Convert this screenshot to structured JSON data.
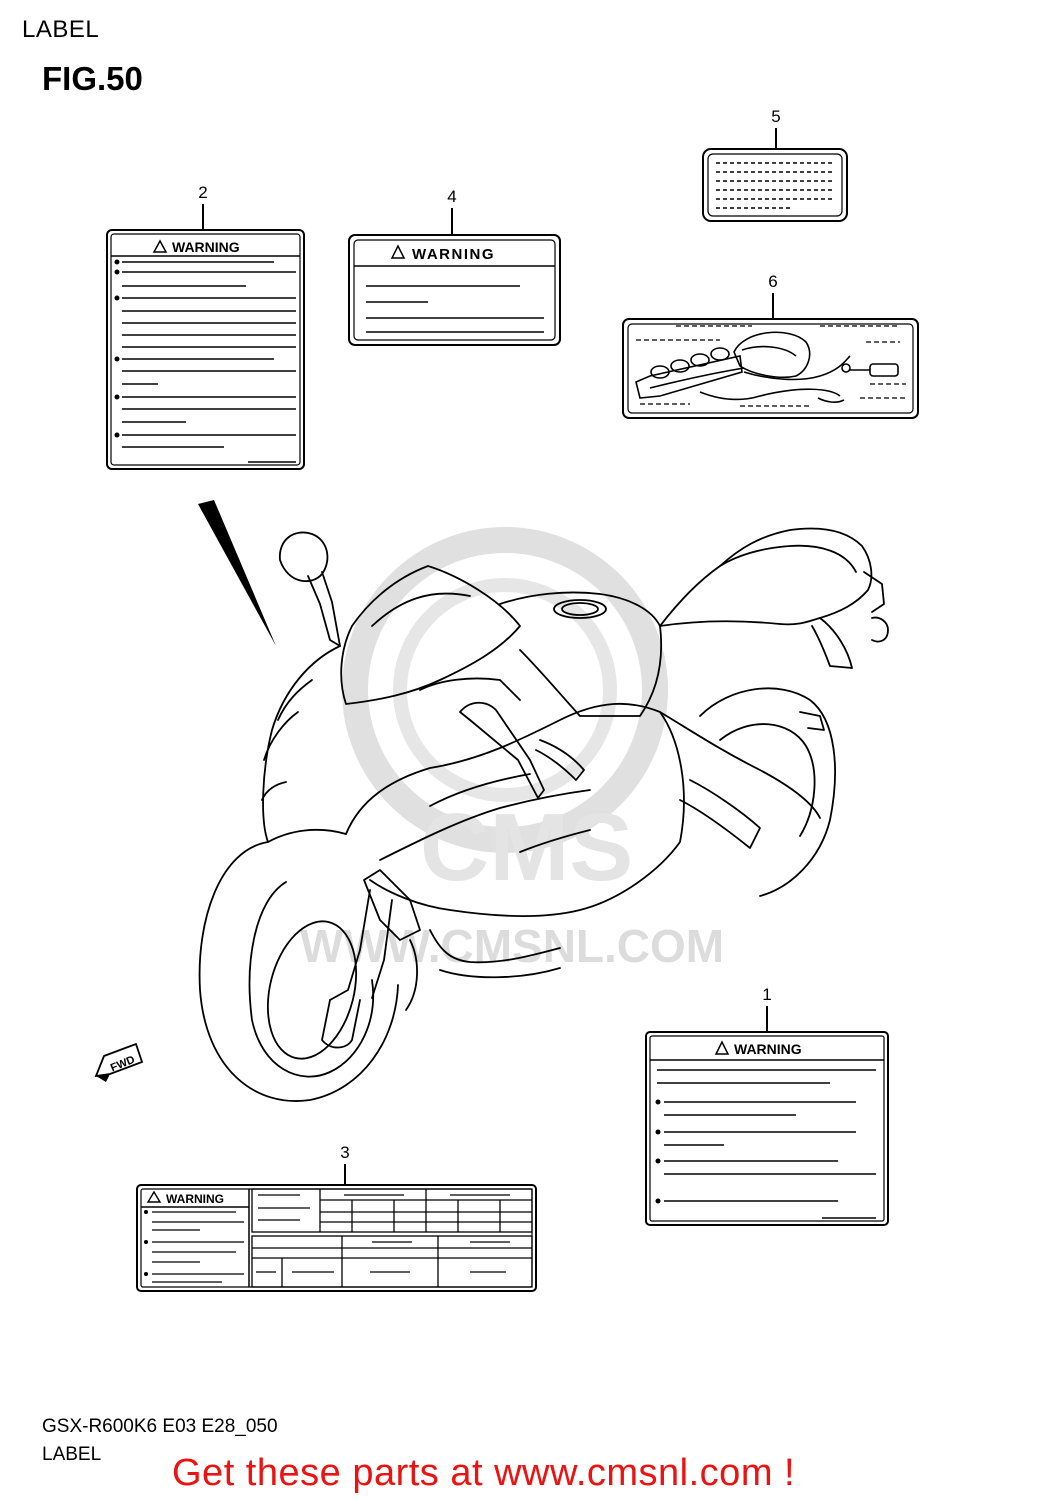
{
  "header": {
    "title": "LABEL"
  },
  "figure": {
    "number": "FIG.50"
  },
  "callouts": {
    "c1": "1",
    "c2": "2",
    "c3": "3",
    "c4": "4",
    "c5": "5",
    "c6": "6"
  },
  "labels": {
    "warning_text": "WARNING",
    "fwd_text": "FWD"
  },
  "watermark": {
    "text": "WWW.CMSNL.COM",
    "logo_text": "CMS"
  },
  "footer": {
    "model_code": "GSX-R600K6 E03 E28_050",
    "label": "LABEL",
    "promo": "Get these parts at www.cmsnl.com !"
  },
  "colors": {
    "promo": "#ee1111",
    "line": "#000000",
    "watermark": "#d9d9d9"
  }
}
